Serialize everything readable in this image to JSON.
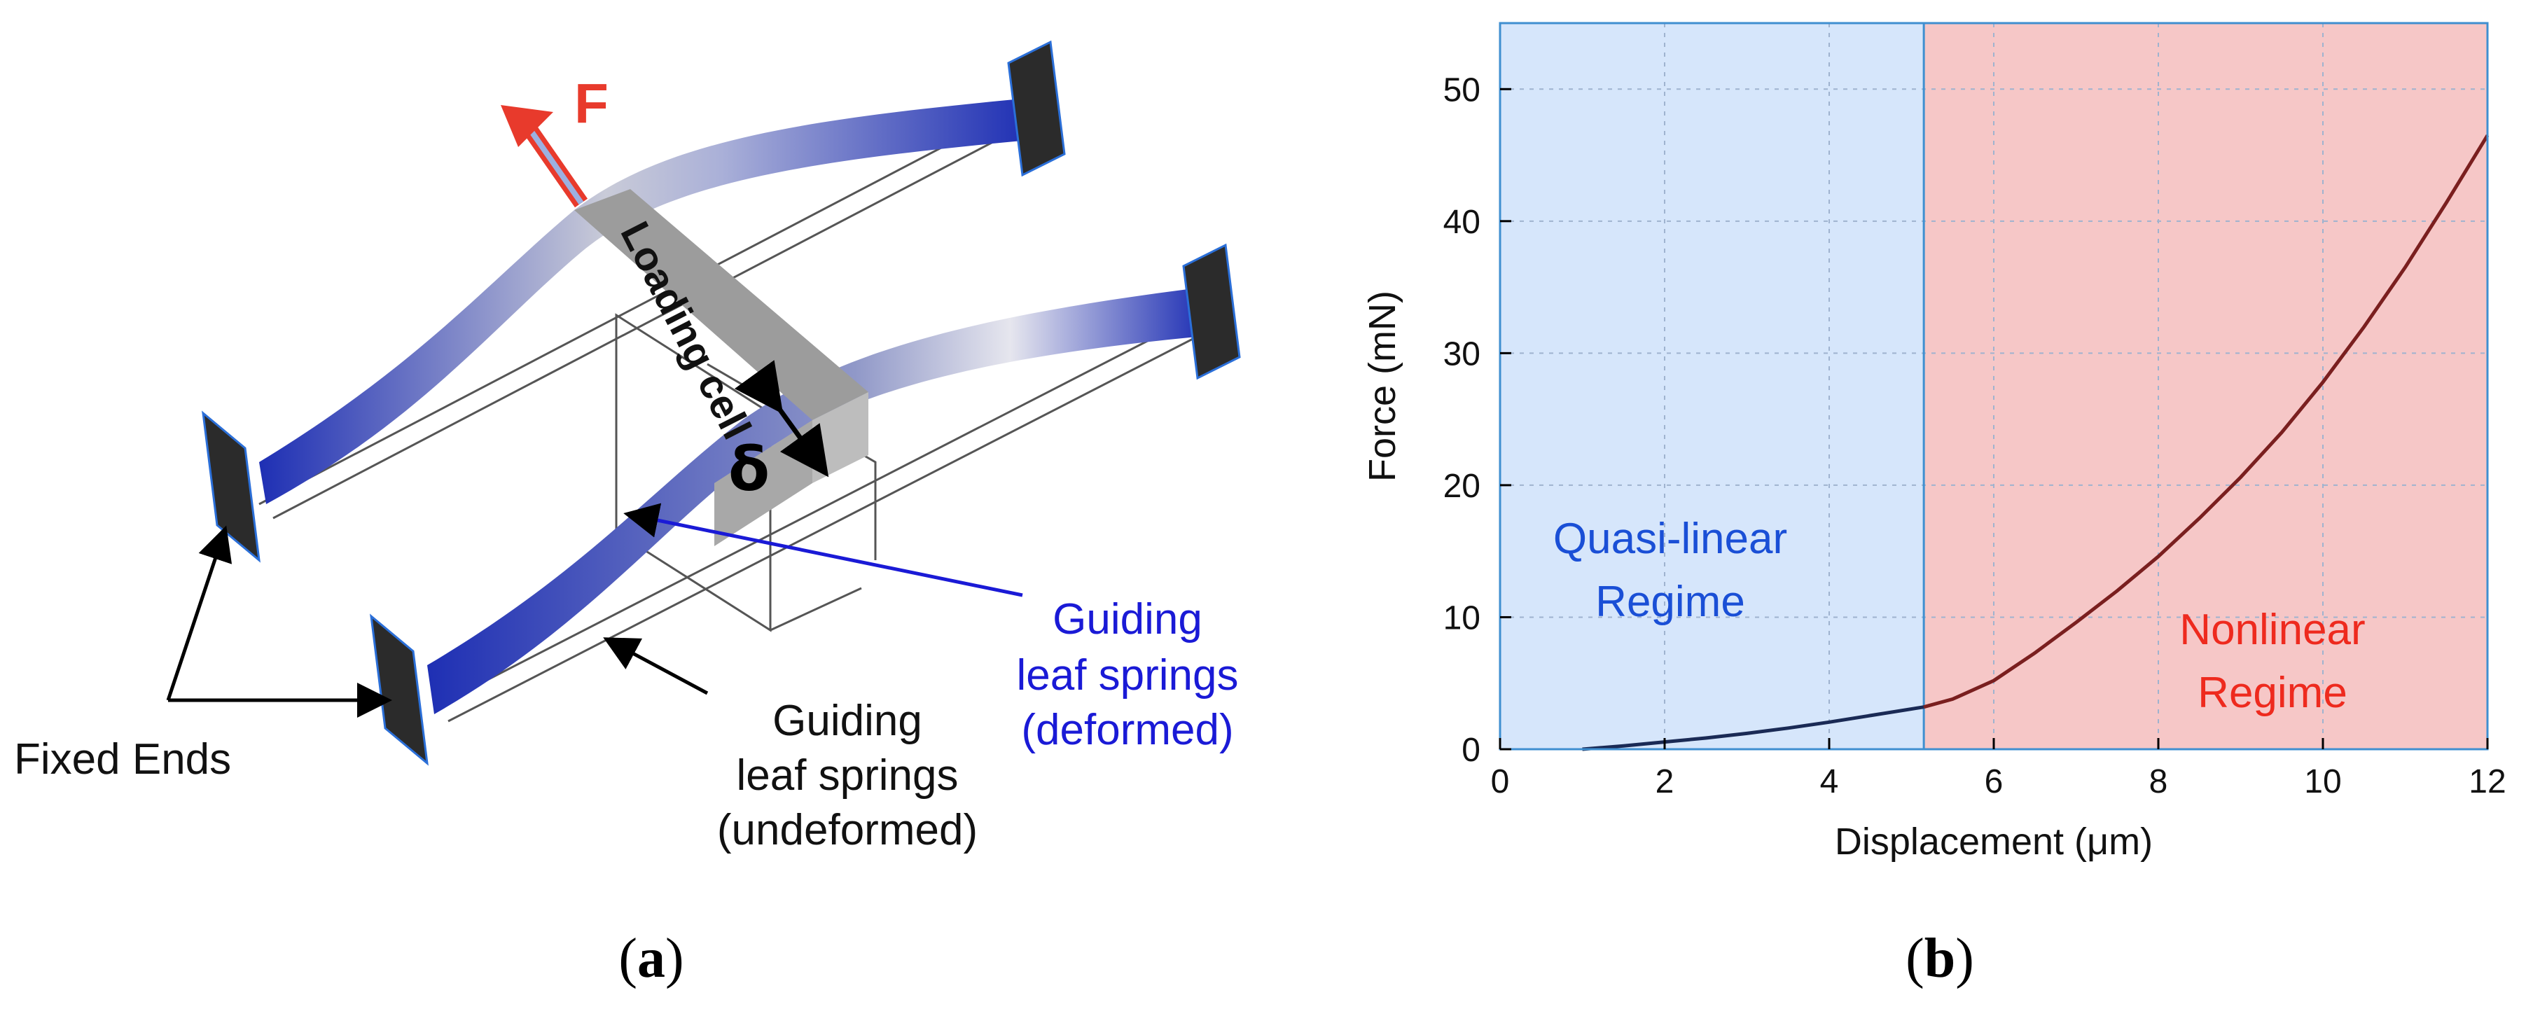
{
  "panel_a": {
    "caption": "a",
    "force_label": "F",
    "loading_cell_label": "Loading cell",
    "delta_label": "δ",
    "fixed_ends_label": "Fixed Ends",
    "deformed_label": [
      "Guiding",
      "leaf springs",
      "(deformed)"
    ],
    "undeformed_label": [
      "Guiding",
      "leaf springs",
      "(undeformed)"
    ],
    "colors": {
      "spring": "#1e2fb4",
      "spring_highlight": "#c9cbd8",
      "fixed_end": "#2b2b2b",
      "force_arrow": "#e83a2c",
      "deformed_text": "#1a1ad6"
    }
  },
  "panel_b": {
    "caption": "b",
    "linear_regime_label": [
      "Quasi-linear",
      "Regime"
    ],
    "nonlinear_regime_label": [
      "Nonlinear",
      "Regime"
    ],
    "colors": {
      "linear_fill": "#d6e6fb",
      "nonlinear_fill": "#f6c7c7",
      "curve_linear": "#1a2a55",
      "curve_nonlinear": "#7a1f1f",
      "border": "#3f8fd0"
    }
  },
  "chart_data": {
    "type": "line",
    "xlabel": "Displacement (μm)",
    "ylabel": "Force (mN)",
    "xlim": [
      0,
      12
    ],
    "ylim": [
      0,
      55
    ],
    "xticks": [
      0,
      2,
      4,
      6,
      8,
      10,
      12
    ],
    "yticks": [
      0,
      10,
      20,
      30,
      40,
      50
    ],
    "grid": true,
    "regime_boundary_x": 5.15,
    "series": [
      {
        "x": [
          1.0,
          1.5,
          2.0,
          2.5,
          3.0,
          3.5,
          4.0,
          4.5,
          5.15,
          5.5,
          6.0,
          6.5,
          7.0,
          7.5,
          8.0,
          8.5,
          9.0,
          9.5,
          10.0,
          10.5,
          11.0,
          11.5,
          12.0
        ],
        "y": [
          0.0,
          0.25,
          0.55,
          0.85,
          1.2,
          1.6,
          2.05,
          2.55,
          3.2,
          3.8,
          5.2,
          7.3,
          9.6,
          12.0,
          14.6,
          17.5,
          20.6,
          24.0,
          27.8,
          32.0,
          36.5,
          41.4,
          46.5
        ]
      }
    ]
  }
}
